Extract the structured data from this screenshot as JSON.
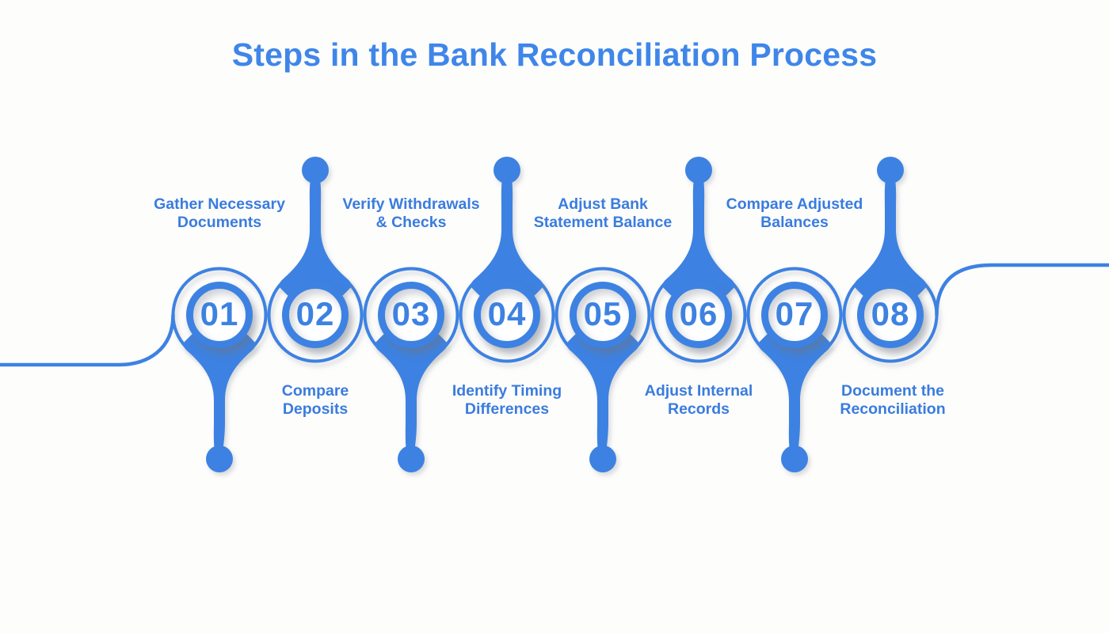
{
  "title": "Steps in the Bank Reconciliation Process",
  "colors": {
    "primary": "#3d82e2",
    "title": "#3f86e9",
    "label": "#3a7cde",
    "page-bg": "#fdfdfc"
  },
  "steps": [
    {
      "number": "01",
      "label": "Gather Necessary Documents",
      "lines": [
        "Gather Necessary",
        "Documents"
      ],
      "label_position": "above",
      "dot_position": "below"
    },
    {
      "number": "02",
      "label": "Compare Deposits",
      "lines": [
        "Compare",
        "Deposits"
      ],
      "label_position": "below",
      "dot_position": "above"
    },
    {
      "number": "03",
      "label": "Verify Withdrawals & Checks",
      "lines": [
        "Verify Withdrawals",
        "& Checks"
      ],
      "label_position": "above",
      "dot_position": "below"
    },
    {
      "number": "04",
      "label": "Identify Timing Differences",
      "lines": [
        "Identify Timing",
        "Differences"
      ],
      "label_position": "below",
      "dot_position": "above"
    },
    {
      "number": "05",
      "label": "Adjust Bank Statement Balance",
      "lines": [
        "Adjust Bank",
        "Statement Balance"
      ],
      "label_position": "above",
      "dot_position": "below"
    },
    {
      "number": "06",
      "label": "Adjust Internal Records",
      "lines": [
        "Adjust Internal",
        "Records"
      ],
      "label_position": "below",
      "dot_position": "above"
    },
    {
      "number": "07",
      "label": "Compare Adjusted Balances",
      "lines": [
        "Compare Adjusted",
        "Balances"
      ],
      "label_position": "above",
      "dot_position": "below"
    },
    {
      "number": "08",
      "label": "Document the Reconciliation",
      "lines": [
        "Document the",
        "Reconciliation"
      ],
      "label_position": "below",
      "dot_position": "above"
    }
  ]
}
